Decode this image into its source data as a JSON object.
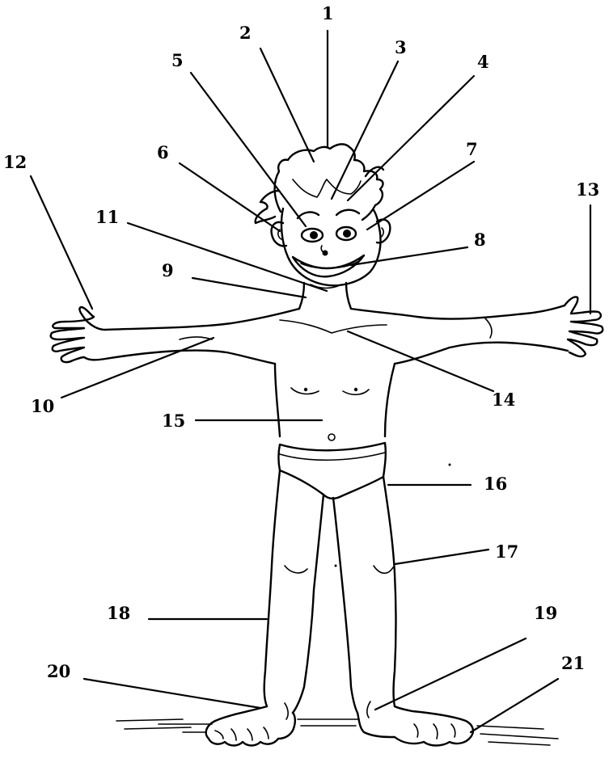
{
  "figure": {
    "labels": [
      {
        "id": "1",
        "text": "1"
      },
      {
        "id": "2",
        "text": "2"
      },
      {
        "id": "3",
        "text": "3"
      },
      {
        "id": "4",
        "text": "4"
      },
      {
        "id": "5",
        "text": "5"
      },
      {
        "id": "6",
        "text": "6"
      },
      {
        "id": "7",
        "text": "7"
      },
      {
        "id": "8",
        "text": "8"
      },
      {
        "id": "9",
        "text": "9"
      },
      {
        "id": "10",
        "text": "10"
      },
      {
        "id": "11",
        "text": "11"
      },
      {
        "id": "12",
        "text": "12"
      },
      {
        "id": "13",
        "text": "13"
      },
      {
        "id": "14",
        "text": "14"
      },
      {
        "id": "15",
        "text": "15"
      },
      {
        "id": "16",
        "text": "16"
      },
      {
        "id": "17",
        "text": "17"
      },
      {
        "id": "18",
        "text": "18"
      },
      {
        "id": "19",
        "text": "19"
      },
      {
        "id": "20",
        "text": "20"
      },
      {
        "id": "21",
        "text": "21"
      }
    ]
  },
  "colors": {
    "ink": "#000000",
    "background": "#ffffff"
  }
}
